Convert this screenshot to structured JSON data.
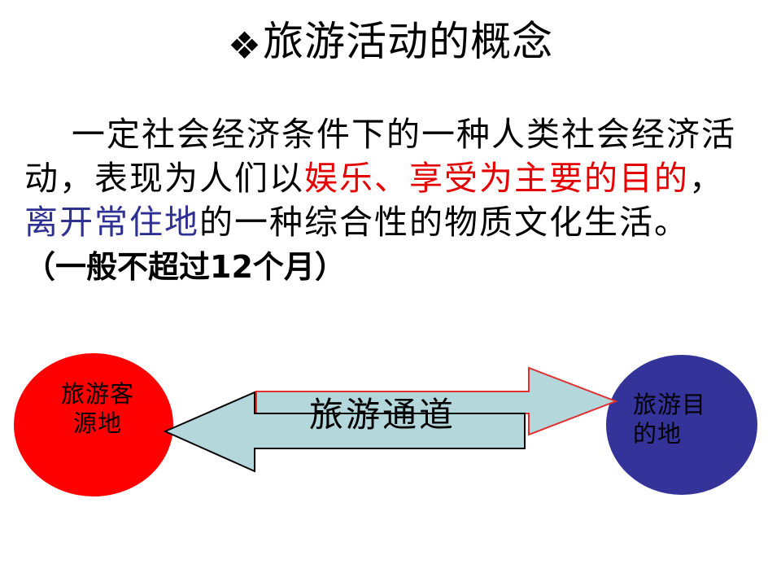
{
  "slide": {
    "background_color": "#FFFFFF",
    "title": {
      "bullet": "❖",
      "bullet_icon_name": "diamond-bullet-icon",
      "text": "旅游活动的概念"
    },
    "body": {
      "line1": "一定社会经济条件下的一种人类社会经",
      "line2_black": "济活动，表现为人们以",
      "line2_red": "娱乐、享受为主要",
      "line3_red": "的目的",
      "line3_comma": "，",
      "line3_blue": "离开常住地",
      "line3_black": "的一种综合性的物质",
      "line4_black": "文化生活。",
      "line4_paren": "（一般不超过12个月）"
    },
    "diagram": {
      "source_node": {
        "label_line1": "旅游客",
        "label_line2": "源地",
        "fill_color": "#FF0000"
      },
      "destination_node": {
        "label_line1": "旅游目",
        "label_line2": "的地",
        "fill_color": "#333399"
      },
      "channel": {
        "label": "旅游通道",
        "fill_color": "#B4D7DC",
        "forward_arrow_outline": "#E03030",
        "backward_arrow_outline": "#000000"
      }
    },
    "colors": {
      "red_emphasis": "#E40000",
      "blue_emphasis": "#2F3192",
      "black_text": "#000000"
    }
  }
}
